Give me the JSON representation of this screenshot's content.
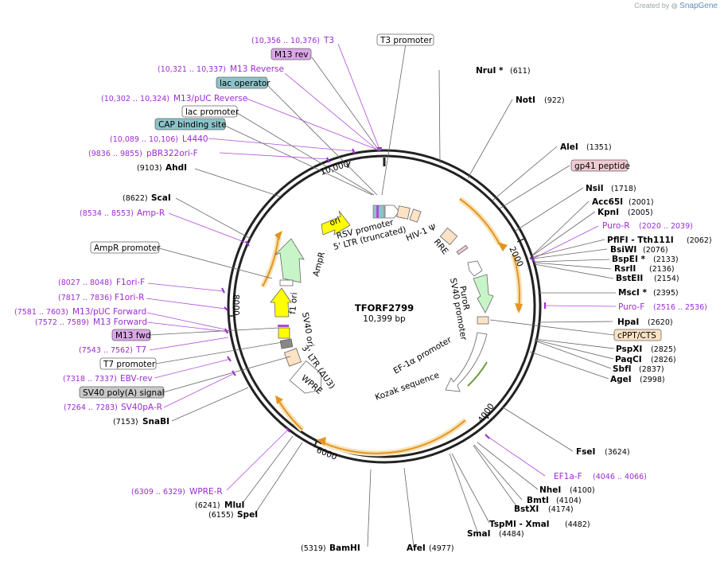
{
  "credit": {
    "prefix": "Created by",
    "brand": "SnapGene"
  },
  "plasmid": {
    "name": "TFORF2799",
    "length": "10,399 bp"
  },
  "ticks": [
    "10,000",
    "2000",
    "4000",
    "6000",
    "8000"
  ],
  "enzymes": [
    {
      "name": "NruI *",
      "pos": "(611)"
    },
    {
      "name": "NotI",
      "pos": "(922)"
    },
    {
      "name": "AleI",
      "pos": "(1351)"
    },
    {
      "name": "NsiI",
      "pos": "(1718)"
    },
    {
      "name": "Acc65I",
      "pos": "(2001)"
    },
    {
      "name": "KpnI",
      "pos": "(2005)"
    },
    {
      "name": "PflFI - Tth111I",
      "pos": "(2062)"
    },
    {
      "name": "BsiWI",
      "pos": "(2076)"
    },
    {
      "name": "BspEI *",
      "pos": "(2133)"
    },
    {
      "name": "RsrII",
      "pos": "(2136)"
    },
    {
      "name": "BstEII",
      "pos": "(2154)"
    },
    {
      "name": "MscI *",
      "pos": "(2395)"
    },
    {
      "name": "HpaI",
      "pos": "(2620)"
    },
    {
      "name": "PspXI",
      "pos": "(2825)"
    },
    {
      "name": "PaqCI",
      "pos": "(2826)"
    },
    {
      "name": "SbfI",
      "pos": "(2837)"
    },
    {
      "name": "AgeI",
      "pos": "(2998)"
    },
    {
      "name": "FseI",
      "pos": "(3624)"
    },
    {
      "name": "NheI",
      "pos": "(4100)"
    },
    {
      "name": "BmtI",
      "pos": "(4104)"
    },
    {
      "name": "BstXI",
      "pos": "(4174)"
    },
    {
      "name": "TspMI - XmaI",
      "pos": "(4482)"
    },
    {
      "name": "SmaI",
      "pos": "(4484)"
    },
    {
      "name": "AfeI",
      "pos": "(4977)"
    },
    {
      "name": "BamHI",
      "pos": "(5319)"
    },
    {
      "name": "SpeI",
      "pos": "(6155)"
    },
    {
      "name": "MluI",
      "pos": "(6241)"
    },
    {
      "name": "SnaBI",
      "pos": "(7153)"
    },
    {
      "name": "ScaI",
      "pos": "(8622)"
    },
    {
      "name": "AhdI",
      "pos": "(9103)"
    }
  ],
  "primers": [
    {
      "name": "T3",
      "pos": "(10,356 .. 10,376)"
    },
    {
      "name": "M13 Reverse",
      "pos": "(10,321 .. 10,337)"
    },
    {
      "name": "M13/pUC Reverse",
      "pos": "(10,302 .. 10,324)"
    },
    {
      "name": "L4440",
      "pos": "(10,089 .. 10,106)"
    },
    {
      "name": "pBR322ori-F",
      "pos": "(9836 .. 9855)"
    },
    {
      "name": "Amp-R",
      "pos": "(8534 .. 8553)"
    },
    {
      "name": "F1ori-F",
      "pos": "(8027 .. 8048)"
    },
    {
      "name": "F1ori-R",
      "pos": "(7817 .. 7836)"
    },
    {
      "name": "M13/pUC Forward",
      "pos": "(7581 .. 7603)"
    },
    {
      "name": "M13 Forward",
      "pos": "(7572 .. 7589)"
    },
    {
      "name": "T7",
      "pos": "(7543 .. 7562)"
    },
    {
      "name": "EBV-rev",
      "pos": "(7318 .. 7337)"
    },
    {
      "name": "SV40pA-R",
      "pos": "(7264 .. 7283)"
    },
    {
      "name": "WPRE-R",
      "pos": "(6309 .. 6329)"
    },
    {
      "name": "Puro-R",
      "pos": "(2020 .. 2039)"
    },
    {
      "name": "Puro-F",
      "pos": "(2516 .. 2536)"
    },
    {
      "name": "EF1a-F",
      "pos": "(4046 .. 4066)"
    }
  ],
  "feature_boxes": [
    {
      "label": "T3 promoter",
      "fill": "#ffffff"
    },
    {
      "label": "M13 rev",
      "fill": "#dba6e8"
    },
    {
      "label": "lac operator",
      "fill": "#8cc3c9"
    },
    {
      "label": "lac promoter",
      "fill": "#ffffff"
    },
    {
      "label": "CAP binding site",
      "fill": "#8cc3c9"
    },
    {
      "label": "gp41 peptide",
      "fill": "#f0cbd3"
    },
    {
      "label": "cPPT/CTS",
      "fill": "#fde2c4"
    },
    {
      "label": "AmpR promoter",
      "fill": "#ffffff"
    },
    {
      "label": "M13 fwd",
      "fill": "#dba6e8"
    },
    {
      "label": "T7 promoter",
      "fill": "#ffffff"
    },
    {
      "label": "SV40 poly(A) signal",
      "fill": "#c8c8c8"
    }
  ],
  "inner_labels": [
    "ori",
    "RSV promoter",
    "5' LTR (truncated)",
    "HIV-1 Ψ",
    "RRE",
    "PuroR",
    "SV40 promoter",
    "EF-1α promoter",
    "Kozak sequence",
    "AmpR",
    "f1 ori",
    "SV40 ori",
    "3' LTR (ΔU3)",
    "WPRE"
  ],
  "colors": {
    "backbone": "#222222",
    "orf_arrow": "#f0a830",
    "primer": "#9c2bd1",
    "ampr": "#c8f5c8",
    "ori": "#ffff00"
  }
}
